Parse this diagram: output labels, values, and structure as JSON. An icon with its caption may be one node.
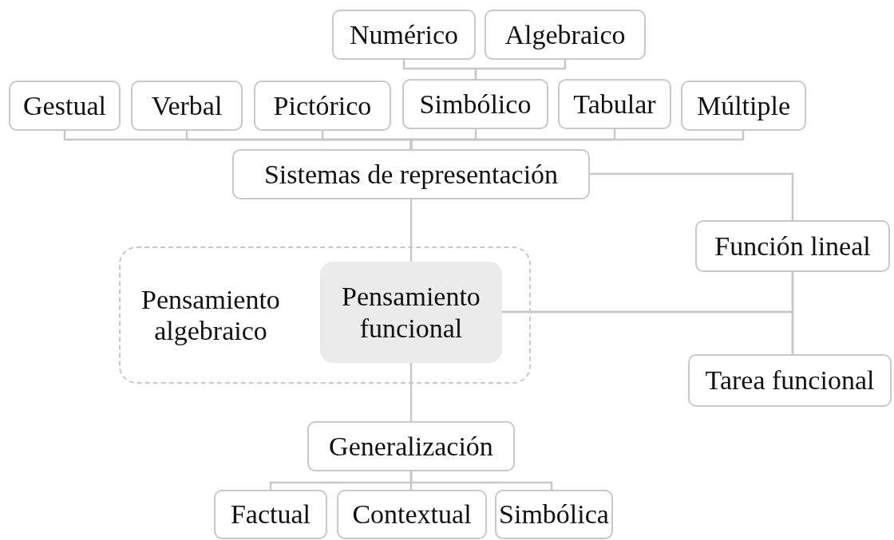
{
  "diagram": {
    "nodes": [
      {
        "text": [
          "Numérico"
        ]
      },
      {
        "text": [
          "Algebraico"
        ]
      },
      {
        "text": [
          "Gestual"
        ]
      },
      {
        "text": [
          "Verbal"
        ]
      },
      {
        "text": [
          "Pictórico"
        ]
      },
      {
        "text": [
          "Simbólico"
        ]
      },
      {
        "text": [
          "Tabular"
        ]
      },
      {
        "text": [
          "Múltiple"
        ]
      },
      {
        "text": [
          "Sistemas de representación"
        ]
      },
      {
        "text": [
          "Pensamiento algebraico"
        ]
      },
      {
        "text": [
          "Pensamiento funcional"
        ],
        "in": 9
      },
      {
        "text": [
          "Función lineal"
        ]
      },
      {
        "text": [
          "Tarea funcional"
        ]
      },
      {
        "text": [
          "Generalización"
        ]
      },
      {
        "text": [
          "Factual"
        ]
      },
      {
        "text": [
          "Contextual"
        ]
      },
      {
        "text": [
          "Simbólica"
        ]
      }
    ],
    "edges": [
      {
        "from": 0,
        "to": 5,
        "arrow": "none"
      },
      {
        "from": 1,
        "to": 5,
        "arrow": "none"
      },
      {
        "from": 2,
        "to": 8,
        "arrow": "none"
      },
      {
        "from": 3,
        "to": 8,
        "arrow": "none"
      },
      {
        "from": 4,
        "to": 8,
        "arrow": "none"
      },
      {
        "from": 5,
        "to": 8,
        "arrow": "none"
      },
      {
        "from": 6,
        "to": 8,
        "arrow": "none"
      },
      {
        "from": 7,
        "to": 8,
        "arrow": "none"
      },
      {
        "from": 8,
        "to": 10,
        "arrow": "none"
      },
      {
        "from": 8,
        "to": 11,
        "arrow": "none"
      },
      {
        "from": 11,
        "to": 12,
        "arrow": "none"
      },
      {
        "from": 10,
        "to": 11,
        "arrow": "none"
      },
      {
        "from": 10,
        "to": 12,
        "arrow": "none"
      },
      {
        "from": 10,
        "to": 13,
        "arrow": "none"
      },
      {
        "from": 13,
        "to": 14,
        "arrow": "none"
      },
      {
        "from": 13,
        "to": 15,
        "arrow": "none"
      },
      {
        "from": 13,
        "to": 16,
        "arrow": "none"
      }
    ]
  }
}
